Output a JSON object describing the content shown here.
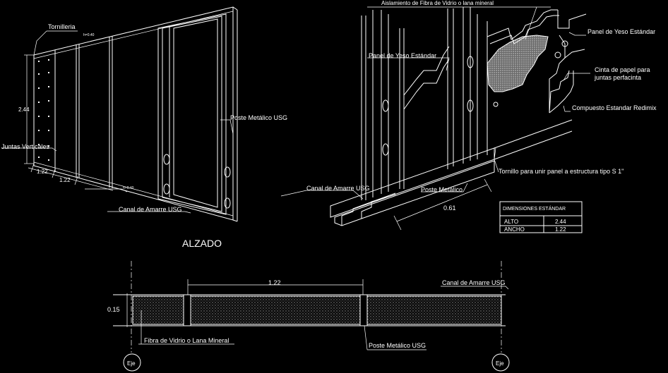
{
  "alzado": {
    "title": "ALZADO",
    "tornilleria": "Tornilleria",
    "tiny_left": "h=0.40",
    "dim_height": "2.44",
    "juntas": "Juntas Verticales",
    "dim_w1": "1.22",
    "dim_w2": "1.22",
    "poste": "Poste Metálico USG",
    "tiny_bottom": "h=0.40",
    "canal": "Canal de Amarre USG"
  },
  "detail": {
    "aislamiento": "Aislamiento de Fibra de Vidrio o lana mineral",
    "panel_left": "Panel de Yeso Estándar",
    "panel_right": "Panel de Yeso Estándar",
    "cinta_1": "Cinta de papel para",
    "cinta_2": "juntas perfacinta",
    "compuesto": "Compuesto Estandar Redimix",
    "tornillo": "Tornillo para unir panel a estructura tipo S 1\"",
    "canal": "Canal de Amarre USG",
    "poste": "Poste Metálico",
    "dim": "0.61"
  },
  "table": {
    "header": "DIMENSIONES ESTÁNDAR",
    "rows": [
      {
        "label": "ALTO",
        "value": "2.44"
      },
      {
        "label": "ANCHO",
        "value": "1.22"
      }
    ]
  },
  "plan": {
    "dim_top": "1.22",
    "dim_left": "0.15",
    "canal": "Canal de Amarre USG",
    "fibra": "Fibra de Vidrio o Lana Mineral",
    "poste": "Poste Metálico USG",
    "eje_left": "Eje",
    "eje_right": "Eje"
  }
}
